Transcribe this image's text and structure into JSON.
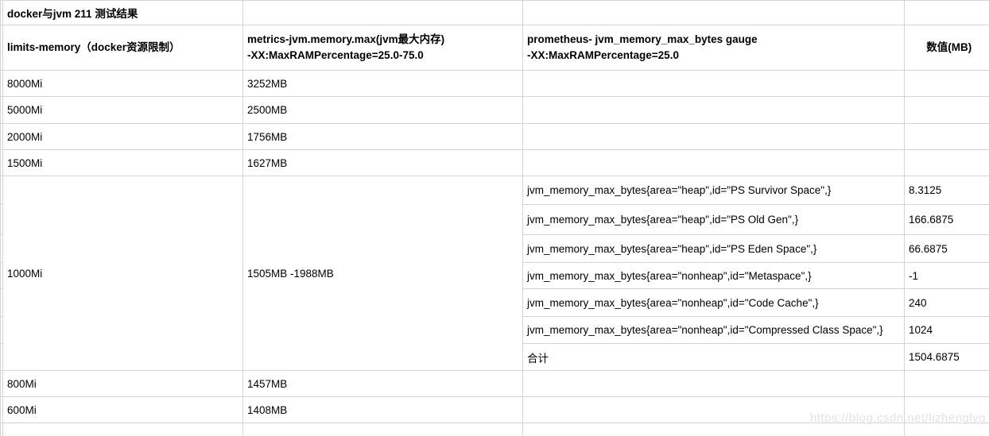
{
  "title": "docker与jvm 211 测试结果",
  "header": {
    "limits": "limits-memory（docker资源限制）",
    "metrics_line1": "metrics-jvm.memory.max(jvm最大内存)",
    "metrics_line2": "-XX:MaxRAMPercentage=25.0-75.0",
    "prometheus_line1": "prometheus- jvm_memory_max_bytes gauge",
    "prometheus_line2": "-XX:MaxRAMPercentage=25.0",
    "value": "数值(MB)"
  },
  "rows_top": [
    {
      "limits": "8000Mi",
      "metrics": "3252MB"
    },
    {
      "limits": "5000Mi",
      "metrics": "2500MB"
    },
    {
      "limits": "2000Mi",
      "metrics": "1756MB"
    },
    {
      "limits": "1500Mi",
      "metrics": "1627MB"
    }
  ],
  "block_1000mi": {
    "limits": "1000Mi",
    "metrics": "1505MB -1988MB",
    "prometheus_rows": [
      {
        "metric": "jvm_memory_max_bytes{area=\"heap\",id=\"PS Survivor Space\",}",
        "value": "8.3125"
      },
      {
        "metric": "jvm_memory_max_bytes{area=\"heap\",id=\"PS Old Gen\",}",
        "value": "166.6875"
      },
      {
        "metric": "jvm_memory_max_bytes{area=\"heap\",id=\"PS Eden Space\",}",
        "value": "66.6875"
      },
      {
        "metric": "jvm_memory_max_bytes{area=\"nonheap\",id=\"Metaspace\",}",
        "value": "-1"
      },
      {
        "metric": "jvm_memory_max_bytes{area=\"nonheap\",id=\"Code Cache\",}",
        "value": "240"
      },
      {
        "metric": "jvm_memory_max_bytes{area=\"nonheap\",id=\"Compressed Class Space\",}",
        "value": "1024"
      },
      {
        "metric": "合计",
        "value": "1504.6875"
      }
    ]
  },
  "rows_bottom": [
    {
      "limits": "800Mi",
      "metrics": "1457MB"
    },
    {
      "limits": "600Mi",
      "metrics": "1408MB"
    }
  ],
  "watermark": "https://blog.csdn.net/lizhenglyg",
  "colors": {
    "gridline": "#d4d4d4",
    "text": "#000000",
    "watermark": "#e2e2e2",
    "background": "#ffffff"
  }
}
